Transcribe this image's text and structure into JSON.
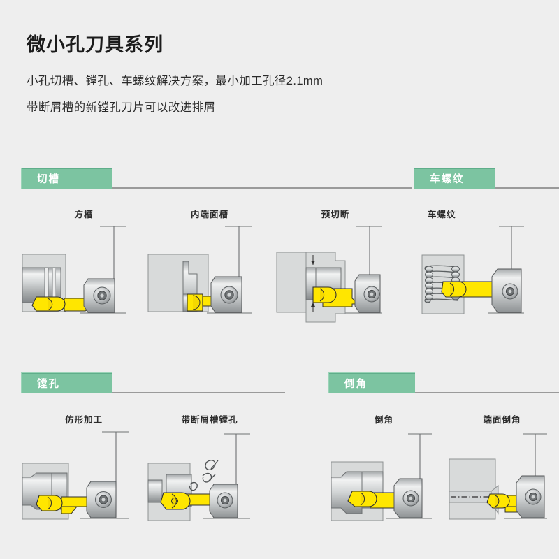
{
  "header": {
    "title": "微小孔刀具系列",
    "subtitle_1": "小孔切槽、镗孔、车螺纹解决方案，最小加工孔径2.1mm",
    "subtitle_2": "带断屑槽的新镗孔刀片可以改进排屑"
  },
  "colors": {
    "background": "#eeeeee",
    "tab_green": "#7cc4a1",
    "tab_text": "#ffffff",
    "rule_gray": "#9a9a9a",
    "insert_yellow": "#ffe600",
    "steel_gray": "#c9cccd",
    "workpiece_gray": "#d6d8d8",
    "outline": "#4a4a4a"
  },
  "sections": [
    {
      "id": "grooving",
      "tab_label": "切槽",
      "figures": [
        {
          "id": "square-groove",
          "caption": "方槽"
        },
        {
          "id": "internal-face-groove",
          "caption": "内端面槽"
        },
        {
          "id": "pre-cutoff",
          "caption": "预切断"
        }
      ]
    },
    {
      "id": "threading",
      "tab_label": "车螺纹",
      "figures": [
        {
          "id": "thread-turning",
          "caption": "车螺纹"
        }
      ]
    },
    {
      "id": "boring",
      "tab_label": "镗孔",
      "figures": [
        {
          "id": "profiling",
          "caption": "仿形加工"
        },
        {
          "id": "chipbreaker-boring",
          "caption": "带断屑槽镗孔"
        }
      ]
    },
    {
      "id": "chamfering",
      "tab_label": "倒角",
      "figures": [
        {
          "id": "chamfer",
          "caption": "倒角"
        },
        {
          "id": "face-chamfer",
          "caption": "端面倒角"
        }
      ]
    }
  ]
}
